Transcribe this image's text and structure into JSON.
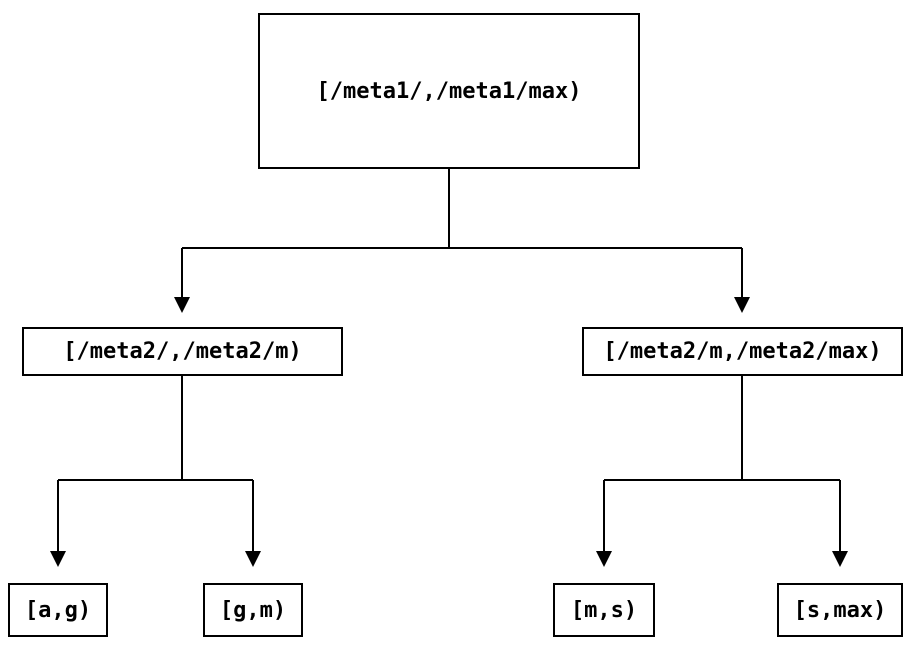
{
  "tree": {
    "root": {
      "label": "[/meta1/,/meta1/max)"
    },
    "level2": [
      {
        "label": "[/meta2/,/meta2/m)"
      },
      {
        "label": "[/meta2/m,/meta2/max)"
      }
    ],
    "leaves": [
      {
        "label": "[a,g)"
      },
      {
        "label": "[g,m)"
      },
      {
        "label": "[m,s)"
      },
      {
        "label": "[s,max)"
      }
    ],
    "edges": [
      {
        "from": "[/meta1/,/meta1/max)",
        "to": "[/meta2/,/meta2/m)"
      },
      {
        "from": "[/meta1/,/meta1/max)",
        "to": "[/meta2/m,/meta2/max)"
      },
      {
        "from": "[/meta2/,/meta2/m)",
        "to": "[a,g)"
      },
      {
        "from": "[/meta2/,/meta2/m)",
        "to": "[g,m)"
      },
      {
        "from": "[/meta2/m,/meta2/max)",
        "to": "[m,s)"
      },
      {
        "from": "[/meta2/m,/meta2/max)",
        "to": "[s,max)"
      }
    ]
  },
  "colors": {
    "line": "#000000",
    "text": "#000000",
    "background": "#ffffff"
  }
}
